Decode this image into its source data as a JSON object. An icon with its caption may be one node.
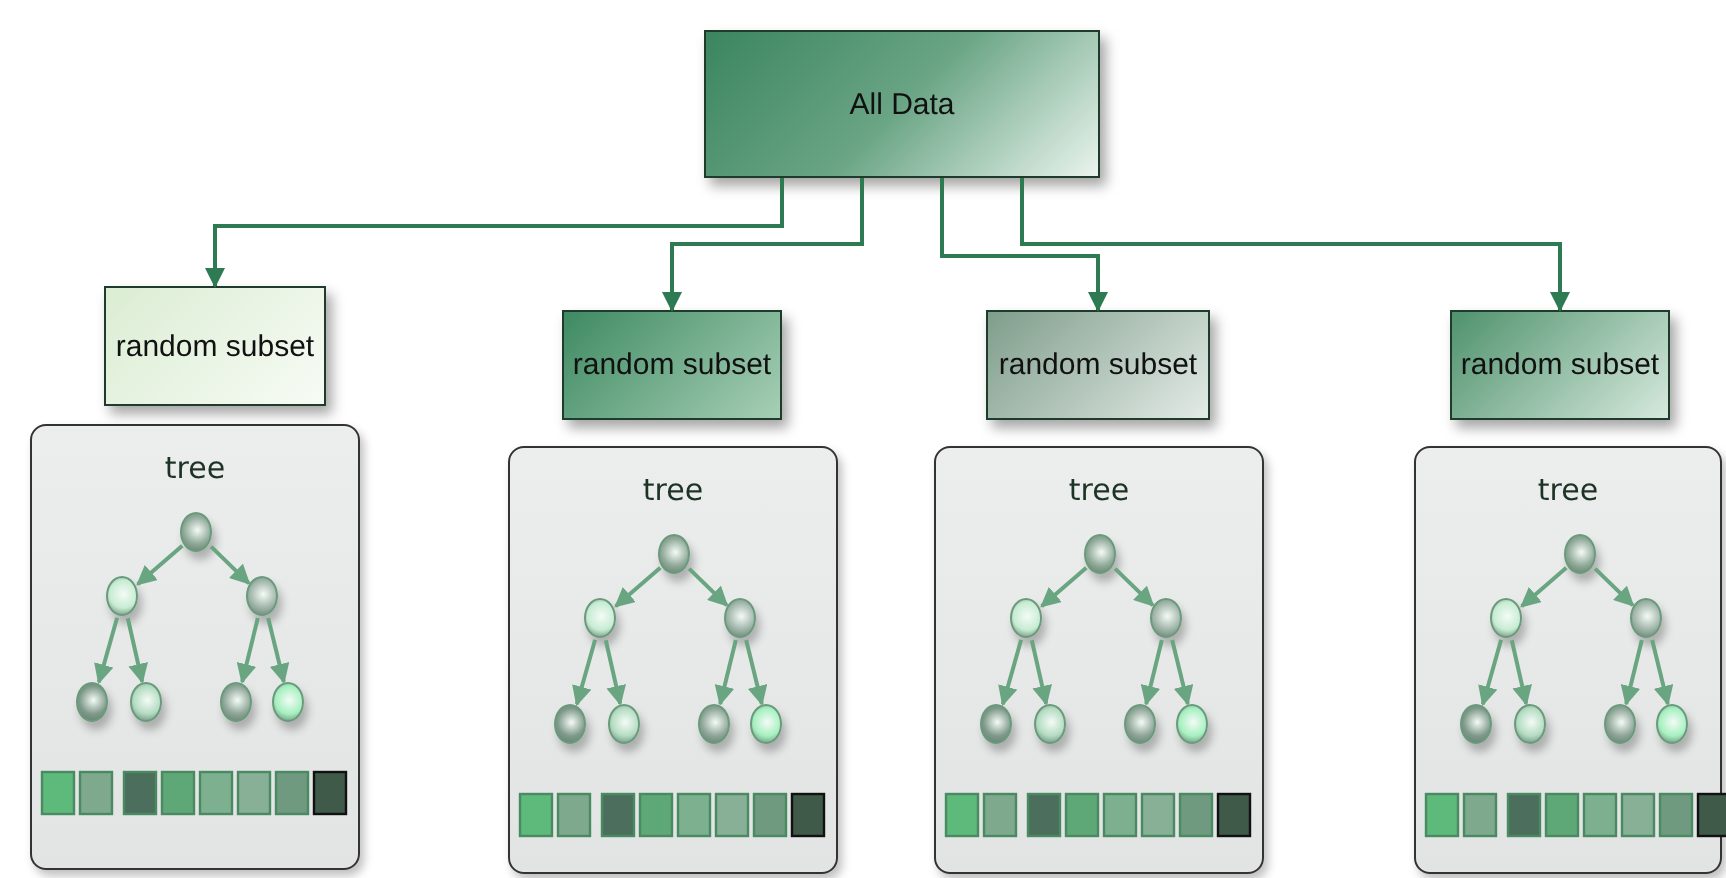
{
  "diagram": {
    "nodes": [
      {
        "text": [
          "All Data"
        ]
      },
      {
        "text": [
          "random subset"
        ]
      },
      {
        "text": [
          "random subset"
        ]
      },
      {
        "text": [
          "random subset"
        ]
      },
      {
        "text": [
          "random subset"
        ]
      },
      {
        "text": [
          "tree"
        ]
      },
      {
        "text": [],
        "shape": "circle",
        "in": 5
      },
      {
        "text": [],
        "shape": "circle",
        "in": 5
      },
      {
        "text": [],
        "shape": "circle",
        "in": 5
      },
      {
        "text": [],
        "shape": "circle",
        "in": 5
      },
      {
        "text": [],
        "shape": "circle",
        "in": 5
      },
      {
        "text": [],
        "shape": "circle",
        "in": 5
      },
      {
        "text": [],
        "shape": "circle",
        "in": 5
      },
      {
        "text": [
          "tree"
        ]
      },
      {
        "text": [],
        "shape": "circle",
        "in": 13
      },
      {
        "text": [],
        "shape": "circle",
        "in": 13
      },
      {
        "text": [],
        "shape": "circle",
        "in": 13
      },
      {
        "text": [],
        "shape": "circle",
        "in": 13
      },
      {
        "text": [],
        "shape": "circle",
        "in": 13
      },
      {
        "text": [],
        "shape": "circle",
        "in": 13
      },
      {
        "text": [],
        "shape": "circle",
        "in": 13
      },
      {
        "text": [
          "tree"
        ]
      },
      {
        "text": [],
        "shape": "circle",
        "in": 21
      },
      {
        "text": [],
        "shape": "circle",
        "in": 21
      },
      {
        "text": [],
        "shape": "circle",
        "in": 21
      },
      {
        "text": [],
        "shape": "circle",
        "in": 21
      },
      {
        "text": [],
        "shape": "circle",
        "in": 21
      },
      {
        "text": [],
        "shape": "circle",
        "in": 21
      },
      {
        "text": [],
        "shape": "circle",
        "in": 21
      },
      {
        "text": [
          "tree"
        ]
      },
      {
        "text": [],
        "shape": "circle",
        "in": 29
      },
      {
        "text": [],
        "shape": "circle",
        "in": 29
      },
      {
        "text": [],
        "shape": "circle",
        "in": 29
      },
      {
        "text": [],
        "shape": "circle",
        "in": 29
      },
      {
        "text": [],
        "shape": "circle",
        "in": 29
      },
      {
        "text": [],
        "shape": "circle",
        "in": 29
      },
      {
        "text": [],
        "shape": "circle",
        "in": 29
      }
    ],
    "edges": [
      {
        "from": 0,
        "to": 1,
        "arrow": "to",
        "color": "#2e7a52"
      },
      {
        "from": 0,
        "to": 2,
        "arrow": "to",
        "color": "#2e7a52"
      },
      {
        "from": 0,
        "to": 3,
        "arrow": "to",
        "color": "#2e7a52"
      },
      {
        "from": 0,
        "to": 4,
        "arrow": "to",
        "color": "#2e7a52"
      },
      {
        "from": 6,
        "to": 7,
        "arrow": "to"
      },
      {
        "from": 6,
        "to": 8,
        "arrow": "to"
      },
      {
        "from": 7,
        "to": 9,
        "arrow": "to"
      },
      {
        "from": 7,
        "to": 10,
        "arrow": "to"
      },
      {
        "from": 8,
        "to": 11,
        "arrow": "to"
      },
      {
        "from": 8,
        "to": 12,
        "arrow": "to"
      },
      {
        "from": 14,
        "to": 15,
        "arrow": "to"
      },
      {
        "from": 14,
        "to": 16,
        "arrow": "to"
      },
      {
        "from": 15,
        "to": 17,
        "arrow": "to"
      },
      {
        "from": 15,
        "to": 18,
        "arrow": "to"
      },
      {
        "from": 16,
        "to": 19,
        "arrow": "to"
      },
      {
        "from": 16,
        "to": 20,
        "arrow": "to"
      },
      {
        "from": 22,
        "to": 23,
        "arrow": "to"
      },
      {
        "from": 22,
        "to": 24,
        "arrow": "to"
      },
      {
        "from": 23,
        "to": 25,
        "arrow": "to"
      },
      {
        "from": 23,
        "to": 26,
        "arrow": "to"
      },
      {
        "from": 24,
        "to": 27,
        "arrow": "to"
      },
      {
        "from": 24,
        "to": 28,
        "arrow": "to"
      },
      {
        "from": 30,
        "to": 31,
        "arrow": "to"
      },
      {
        "from": 30,
        "to": 32,
        "arrow": "to"
      },
      {
        "from": 31,
        "to": 33,
        "arrow": "to"
      },
      {
        "from": 31,
        "to": 34,
        "arrow": "to"
      },
      {
        "from": 32,
        "to": 35,
        "arrow": "to"
      },
      {
        "from": 32,
        "to": 36,
        "arrow": "to"
      }
    ]
  }
}
